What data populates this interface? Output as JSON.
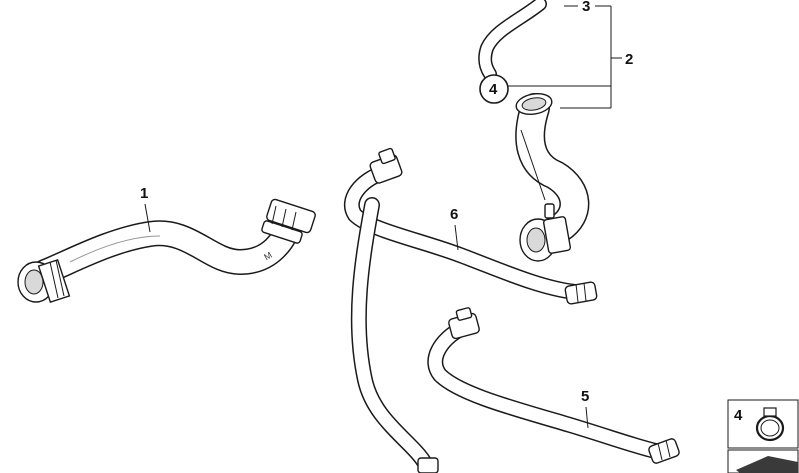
{
  "diagram": {
    "callouts": {
      "hose_1": "1",
      "assembly_2": "2",
      "hose_3": "3",
      "clamp_4": "4",
      "hose_5": "5",
      "hose_6": "6"
    },
    "hose_marking": "M",
    "legend_box": {
      "number": "4"
    }
  }
}
